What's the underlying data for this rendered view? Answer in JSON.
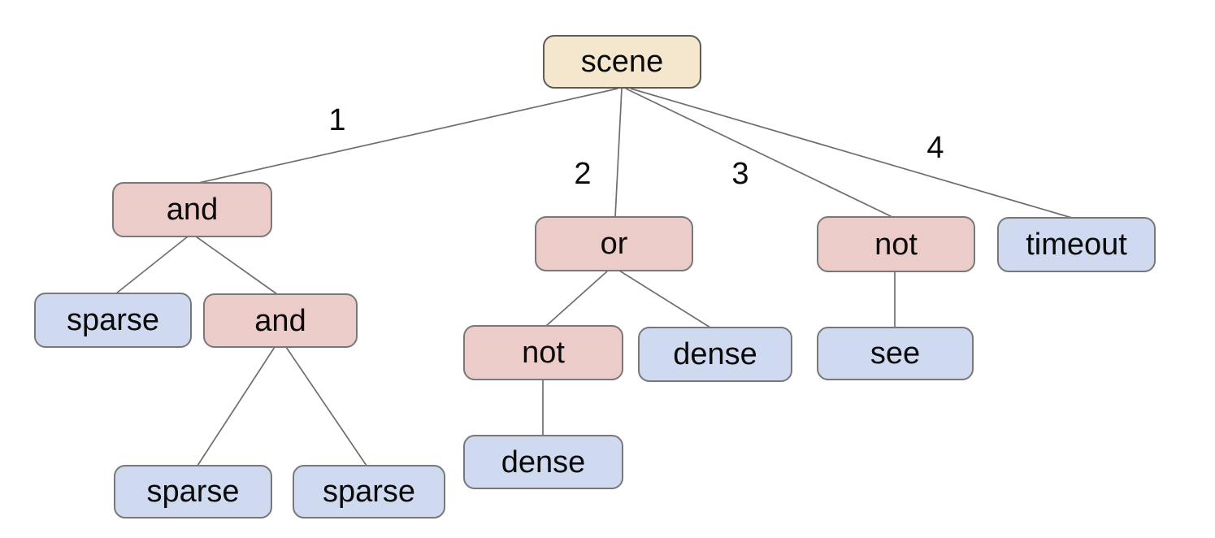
{
  "diagram": {
    "type": "tree",
    "background": "#ffffff",
    "colors": {
      "root_fill": "#f5e7cd",
      "root_border": "#5b5b5b",
      "operator_fill": "#ecccc9",
      "leaf_fill": "#cfd9f0",
      "node_border": "#787878",
      "edge_line": "#6e6e6e",
      "text": "#0a0a0a"
    },
    "nodes": [
      {
        "id": "scene",
        "label": "scene",
        "kind": "root",
        "parent": null
      },
      {
        "id": "and-1",
        "label": "and",
        "kind": "operator",
        "parent": "scene",
        "edge_label": "1"
      },
      {
        "id": "or-1",
        "label": "or",
        "kind": "operator",
        "parent": "scene",
        "edge_label": "2"
      },
      {
        "id": "not-1",
        "label": "not",
        "kind": "operator",
        "parent": "scene",
        "edge_label": "3"
      },
      {
        "id": "timeout-1",
        "label": "timeout",
        "kind": "leaf",
        "parent": "scene",
        "edge_label": "4"
      },
      {
        "id": "sparse-1",
        "label": "sparse",
        "kind": "leaf",
        "parent": "and-1"
      },
      {
        "id": "and-2",
        "label": "and",
        "kind": "operator",
        "parent": "and-1"
      },
      {
        "id": "not-2",
        "label": "not",
        "kind": "operator",
        "parent": "or-1"
      },
      {
        "id": "dense-1",
        "label": "dense",
        "kind": "leaf",
        "parent": "or-1"
      },
      {
        "id": "see-1",
        "label": "see",
        "kind": "leaf",
        "parent": "not-1"
      },
      {
        "id": "sparse-2",
        "label": "sparse",
        "kind": "leaf",
        "parent": "and-2"
      },
      {
        "id": "sparse-3",
        "label": "sparse",
        "kind": "leaf",
        "parent": "and-2"
      },
      {
        "id": "dense-2",
        "label": "dense",
        "kind": "leaf",
        "parent": "not-2"
      }
    ],
    "edge_labels": [
      {
        "text": "1"
      },
      {
        "text": "2"
      },
      {
        "text": "3"
      },
      {
        "text": "4"
      }
    ]
  }
}
